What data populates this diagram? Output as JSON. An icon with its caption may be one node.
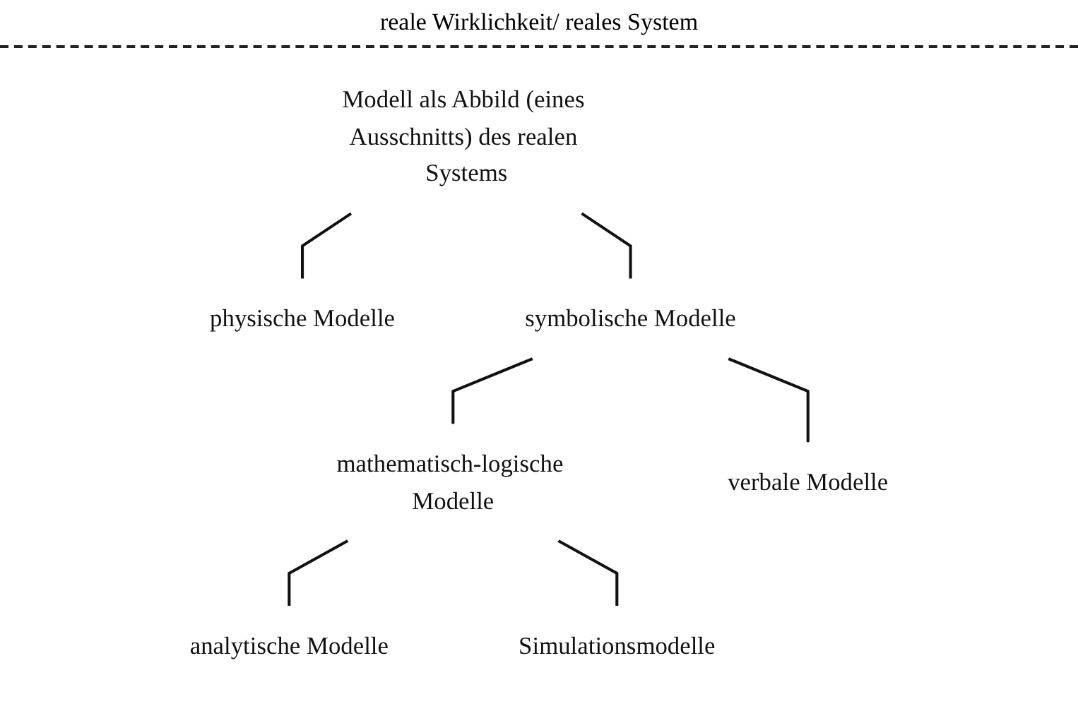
{
  "diagram": {
    "nodes": [
      {
        "text": [
          "Modell als Abbild (eines Ausschnitts) des realen Systems"
        ]
      },
      {
        "text": [
          "physische Modelle"
        ]
      },
      {
        "text": [
          "symbolische Modelle"
        ]
      },
      {
        "text": [
          "mathematisch-logische Modelle"
        ]
      },
      {
        "text": [
          "verbale Modelle"
        ]
      },
      {
        "text": [
          "analytische Modelle"
        ]
      },
      {
        "text": [
          "Simulationsmodelle"
        ]
      }
    ],
    "edges": [
      {
        "from": 0,
        "to": 1,
        "arrow": "none"
      },
      {
        "from": 0,
        "to": 2,
        "arrow": "none"
      },
      {
        "from": 2,
        "to": 3,
        "arrow": "none"
      },
      {
        "from": 2,
        "to": 4,
        "arrow": "none"
      },
      {
        "from": 3,
        "to": 5,
        "arrow": "none"
      },
      {
        "from": 3,
        "to": 6,
        "arrow": "none"
      }
    ],
    "labels": [
      "reale Wirklichkeit/ reales System"
    ]
  }
}
